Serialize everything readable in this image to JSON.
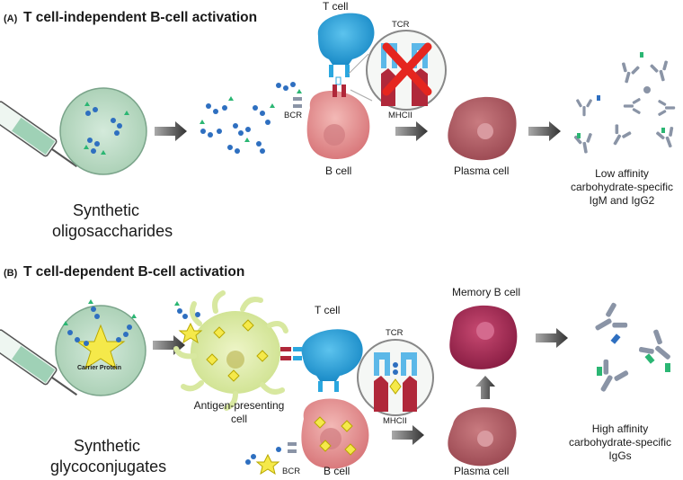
{
  "panel_a": {
    "tag": "(A)",
    "title": "T cell-independent B-cell activation",
    "vaccine_label": [
      "Synthetic",
      "oligosaccharides"
    ],
    "t_cell": "T cell",
    "b_cell": "B cell",
    "bcr": "BCR",
    "tcr": "TCR",
    "mhcii": "MHCII",
    "plasma_cell": "Plasma cell",
    "outcome": [
      "Low affinity",
      "carbohydrate-specific",
      "IgM and IgG2"
    ]
  },
  "panel_b": {
    "tag": "(B)",
    "title": "T cell-dependent B-cell activation",
    "vaccine_label": [
      "Synthetic",
      "glycoconjugates"
    ],
    "carrier_protein": "Carrier Protein",
    "apc": [
      "Antigen-presenting",
      "cell"
    ],
    "t_cell": "T cell",
    "b_cell": "B cell",
    "bcr": "BCR",
    "tcr": "TCR",
    "mhcii": "MHCII",
    "memory_b_cell": "Memory B cell",
    "plasma_cell": "Plasma cell",
    "outcome": [
      "High affinity",
      "carbohydrate-specific",
      "IgGs"
    ]
  },
  "colors": {
    "t_cell": "#2aa7df",
    "b_cell": "#e89a9a",
    "plasma_cell": "#b8646a",
    "memory_b_cell": "#b3325a",
    "apc": "#d8e8a0",
    "syringe_bubble": "#bcdcc6",
    "sugar_blue": "#2e6fc0",
    "sugar_green": "#2bb673",
    "carrier_star": "#f5e94a",
    "receptor_red": "#b0283a",
    "x_mark": "#e5261f",
    "antibody_grey": "#8a94a6"
  }
}
